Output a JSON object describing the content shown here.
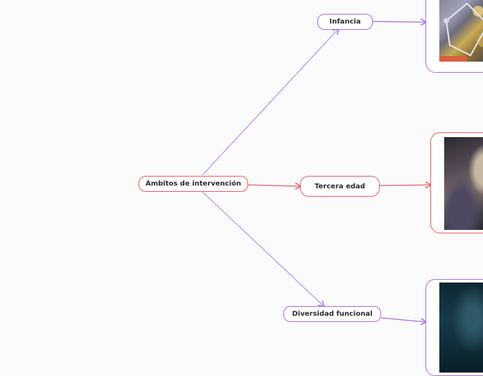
{
  "mindmap": {
    "root": {
      "label": "Ámbitos de intervención"
    },
    "branches": [
      {
        "id": "infancia",
        "label": "Infancia",
        "color": "#a46be0",
        "image": "photo-children"
      },
      {
        "id": "tercera",
        "label": "Tercera edad",
        "color": "#ea5a5a",
        "image": "photo-elderly-person"
      },
      {
        "id": "diversidad",
        "label": "Diversidad funcional",
        "color": "#a46be0",
        "image": "photo-dark-scene"
      }
    ]
  }
}
